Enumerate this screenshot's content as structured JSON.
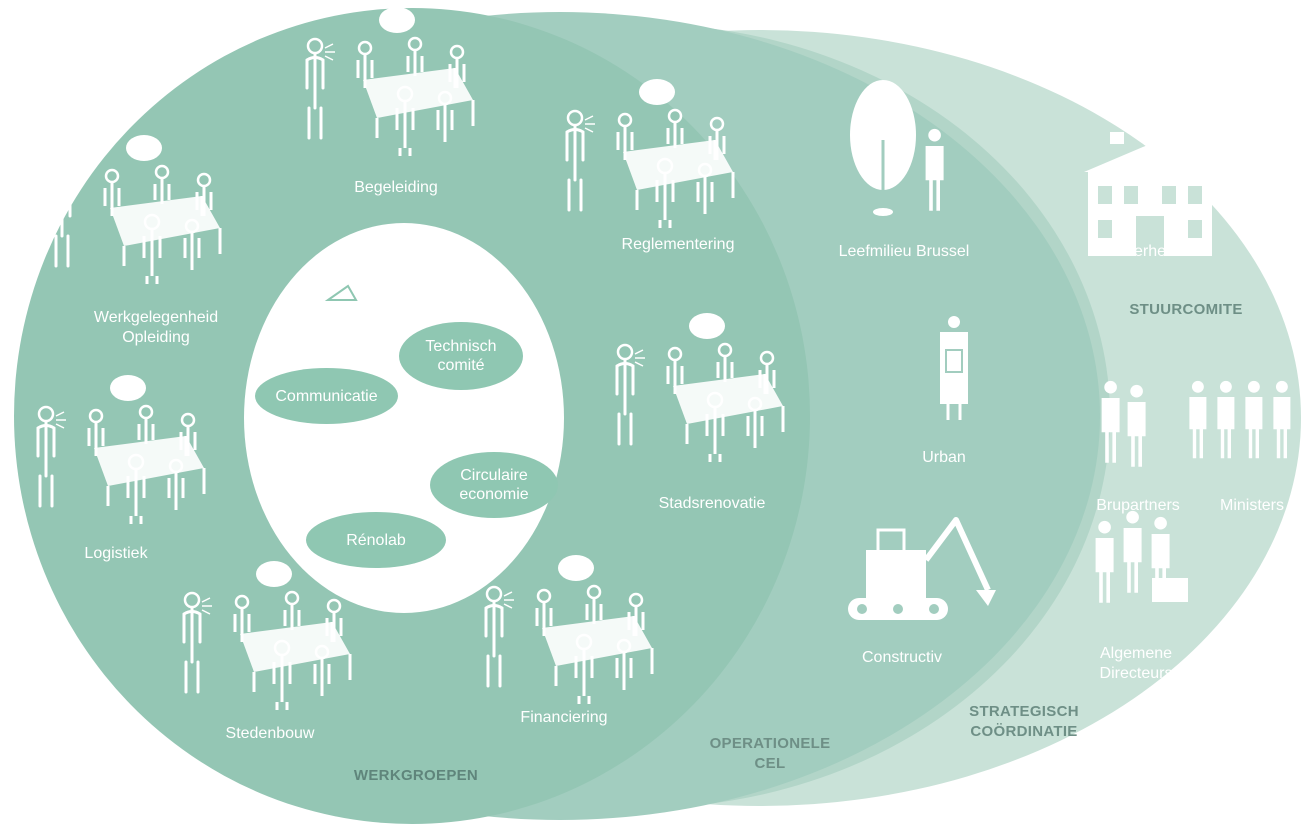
{
  "colors": {
    "outer_lightest": "#c9e2d8",
    "outer_light": "#b2d5c8",
    "middle": "#9ccbbb",
    "inner_ring": "#8fc4b1",
    "core": "#ffffff",
    "pill": "#8fc7b2",
    "section_label": "#6e8f86"
  },
  "sections": {
    "werkgroepen": "WERKGROEPEN",
    "operationele_cel": "OPERATIONELE\nCEL",
    "strategisch": "STRATEGISCH\nCOÖRDINATIE",
    "stuurcomite": "STUURCOMITE"
  },
  "werkgroepen": {
    "begeleiding": "Begeleiding",
    "reglementering": "Reglementering",
    "werkgelegenheid": "Werkgelegenheid\nOpleiding",
    "stadsrenovatie": "Stadsrenovatie",
    "logistiek": "Logistiek",
    "stedenbouw": "Stedenbouw",
    "financiering": "Financiering"
  },
  "core": {
    "technisch": "Technisch\ncomité",
    "communicatie": "Communicatie",
    "circulaire": "Circulaire\neconomie",
    "renolab": "Rénolab"
  },
  "operationele": {
    "leefmilieu": "Leefmilieu Brussel",
    "urban": "Urban",
    "constructiv": "Constructiv"
  },
  "strategisch": {
    "overheid": "Overheid",
    "brupartners": "Brupartners",
    "ministers": "Ministers",
    "directeurs": "Algemene\nDirecteurs"
  },
  "icons": [
    "meeting-group-icon",
    "person-icon",
    "tree-icon",
    "building-icon",
    "excavator-icon"
  ]
}
